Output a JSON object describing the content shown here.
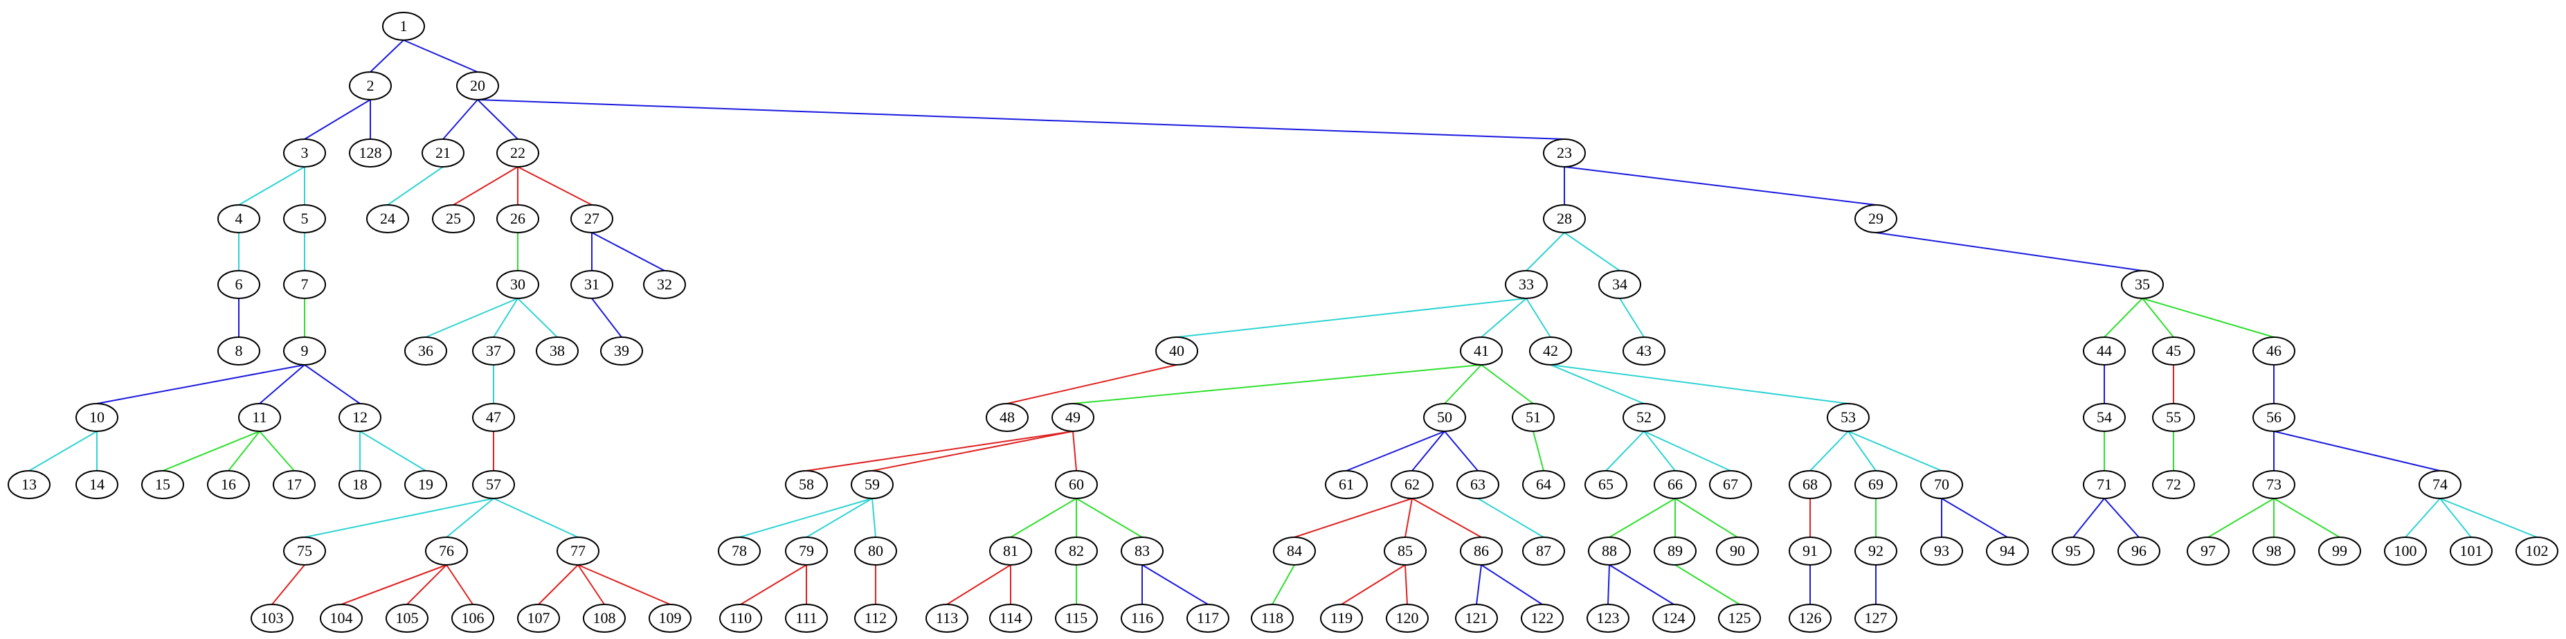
{
  "colors": {
    "blue": "#1a1adf",
    "cyan": "#2fd3d3",
    "green": "#2ee02e",
    "red": "#e02020"
  },
  "nodes": [
    {
      "id": "1",
      "label": "1"
    },
    {
      "id": "2",
      "label": "2"
    },
    {
      "id": "20",
      "label": "20"
    },
    {
      "id": "3",
      "label": "3"
    },
    {
      "id": "128",
      "label": "128"
    },
    {
      "id": "21",
      "label": "21"
    },
    {
      "id": "22",
      "label": "22"
    },
    {
      "id": "23",
      "label": "23"
    },
    {
      "id": "4",
      "label": "4"
    },
    {
      "id": "5",
      "label": "5"
    },
    {
      "id": "24",
      "label": "24"
    },
    {
      "id": "25",
      "label": "25"
    },
    {
      "id": "26",
      "label": "26"
    },
    {
      "id": "27",
      "label": "27"
    },
    {
      "id": "28",
      "label": "28"
    },
    {
      "id": "29",
      "label": "29"
    },
    {
      "id": "6",
      "label": "6"
    },
    {
      "id": "7",
      "label": "7"
    },
    {
      "id": "30",
      "label": "30"
    },
    {
      "id": "31",
      "label": "31"
    },
    {
      "id": "32",
      "label": "32"
    },
    {
      "id": "33",
      "label": "33"
    },
    {
      "id": "34",
      "label": "34"
    },
    {
      "id": "35",
      "label": "35"
    },
    {
      "id": "8",
      "label": "8"
    },
    {
      "id": "9",
      "label": "9"
    },
    {
      "id": "36",
      "label": "36"
    },
    {
      "id": "37",
      "label": "37"
    },
    {
      "id": "38",
      "label": "38"
    },
    {
      "id": "39",
      "label": "39"
    },
    {
      "id": "40",
      "label": "40"
    },
    {
      "id": "41",
      "label": "41"
    },
    {
      "id": "42",
      "label": "42"
    },
    {
      "id": "43",
      "label": "43"
    },
    {
      "id": "44",
      "label": "44"
    },
    {
      "id": "45",
      "label": "45"
    },
    {
      "id": "46",
      "label": "46"
    },
    {
      "id": "10",
      "label": "10"
    },
    {
      "id": "11",
      "label": "11"
    },
    {
      "id": "12",
      "label": "12"
    },
    {
      "id": "47",
      "label": "47"
    },
    {
      "id": "48",
      "label": "48"
    },
    {
      "id": "49",
      "label": "49"
    },
    {
      "id": "50",
      "label": "50"
    },
    {
      "id": "51",
      "label": "51"
    },
    {
      "id": "52",
      "label": "52"
    },
    {
      "id": "53",
      "label": "53"
    },
    {
      "id": "54",
      "label": "54"
    },
    {
      "id": "55",
      "label": "55"
    },
    {
      "id": "56",
      "label": "56"
    },
    {
      "id": "13",
      "label": "13"
    },
    {
      "id": "14",
      "label": "14"
    },
    {
      "id": "15",
      "label": "15"
    },
    {
      "id": "16",
      "label": "16"
    },
    {
      "id": "17",
      "label": "17"
    },
    {
      "id": "18",
      "label": "18"
    },
    {
      "id": "19",
      "label": "19"
    },
    {
      "id": "57",
      "label": "57"
    },
    {
      "id": "58",
      "label": "58"
    },
    {
      "id": "59",
      "label": "59"
    },
    {
      "id": "60",
      "label": "60"
    },
    {
      "id": "61",
      "label": "61"
    },
    {
      "id": "62",
      "label": "62"
    },
    {
      "id": "63",
      "label": "63"
    },
    {
      "id": "64",
      "label": "64"
    },
    {
      "id": "65",
      "label": "65"
    },
    {
      "id": "66",
      "label": "66"
    },
    {
      "id": "67",
      "label": "67"
    },
    {
      "id": "68",
      "label": "68"
    },
    {
      "id": "69",
      "label": "69"
    },
    {
      "id": "70",
      "label": "70"
    },
    {
      "id": "71",
      "label": "71"
    },
    {
      "id": "72",
      "label": "72"
    },
    {
      "id": "73",
      "label": "73"
    },
    {
      "id": "74",
      "label": "74"
    },
    {
      "id": "75",
      "label": "75"
    },
    {
      "id": "76",
      "label": "76"
    },
    {
      "id": "77",
      "label": "77"
    },
    {
      "id": "78",
      "label": "78"
    },
    {
      "id": "79",
      "label": "79"
    },
    {
      "id": "80",
      "label": "80"
    },
    {
      "id": "81",
      "label": "81"
    },
    {
      "id": "82",
      "label": "82"
    },
    {
      "id": "83",
      "label": "83"
    },
    {
      "id": "84",
      "label": "84"
    },
    {
      "id": "85",
      "label": "85"
    },
    {
      "id": "86",
      "label": "86"
    },
    {
      "id": "87",
      "label": "87"
    },
    {
      "id": "88",
      "label": "88"
    },
    {
      "id": "89",
      "label": "89"
    },
    {
      "id": "90",
      "label": "90"
    },
    {
      "id": "91",
      "label": "91"
    },
    {
      "id": "92",
      "label": "92"
    },
    {
      "id": "93",
      "label": "93"
    },
    {
      "id": "94",
      "label": "94"
    },
    {
      "id": "95",
      "label": "95"
    },
    {
      "id": "96",
      "label": "96"
    },
    {
      "id": "97",
      "label": "97"
    },
    {
      "id": "98",
      "label": "98"
    },
    {
      "id": "99",
      "label": "99"
    },
    {
      "id": "100",
      "label": "100"
    },
    {
      "id": "101",
      "label": "101"
    },
    {
      "id": "102",
      "label": "102"
    },
    {
      "id": "103",
      "label": "103"
    },
    {
      "id": "104",
      "label": "104"
    },
    {
      "id": "105",
      "label": "105"
    },
    {
      "id": "106",
      "label": "106"
    },
    {
      "id": "107",
      "label": "107"
    },
    {
      "id": "108",
      "label": "108"
    },
    {
      "id": "109",
      "label": "109"
    },
    {
      "id": "110",
      "label": "110"
    },
    {
      "id": "111",
      "label": "111"
    },
    {
      "id": "112",
      "label": "112"
    },
    {
      "id": "113",
      "label": "113"
    },
    {
      "id": "114",
      "label": "114"
    },
    {
      "id": "115",
      "label": "115"
    },
    {
      "id": "116",
      "label": "116"
    },
    {
      "id": "117",
      "label": "117"
    },
    {
      "id": "118",
      "label": "118"
    },
    {
      "id": "119",
      "label": "119"
    },
    {
      "id": "120",
      "label": "120"
    },
    {
      "id": "121",
      "label": "121"
    },
    {
      "id": "122",
      "label": "122"
    },
    {
      "id": "123",
      "label": "123"
    },
    {
      "id": "124",
      "label": "124"
    },
    {
      "id": "125",
      "label": "125"
    },
    {
      "id": "126",
      "label": "126"
    },
    {
      "id": "127",
      "label": "127"
    }
  ],
  "edges": [
    {
      "from": "1",
      "to": "2",
      "color": "blue"
    },
    {
      "from": "1",
      "to": "20",
      "color": "blue"
    },
    {
      "from": "2",
      "to": "3",
      "color": "blue"
    },
    {
      "from": "2",
      "to": "128",
      "color": "blue"
    },
    {
      "from": "20",
      "to": "21",
      "color": "blue"
    },
    {
      "from": "20",
      "to": "22",
      "color": "blue"
    },
    {
      "from": "20",
      "to": "23",
      "color": "blue"
    },
    {
      "from": "3",
      "to": "4",
      "color": "cyan"
    },
    {
      "from": "3",
      "to": "5",
      "color": "cyan"
    },
    {
      "from": "21",
      "to": "24",
      "color": "cyan"
    },
    {
      "from": "22",
      "to": "25",
      "color": "red"
    },
    {
      "from": "22",
      "to": "26",
      "color": "red"
    },
    {
      "from": "22",
      "to": "27",
      "color": "red"
    },
    {
      "from": "23",
      "to": "28",
      "color": "blue"
    },
    {
      "from": "23",
      "to": "29",
      "color": "blue"
    },
    {
      "from": "4",
      "to": "6",
      "color": "cyan"
    },
    {
      "from": "5",
      "to": "7",
      "color": "cyan"
    },
    {
      "from": "26",
      "to": "30",
      "color": "green"
    },
    {
      "from": "27",
      "to": "31",
      "color": "blue"
    },
    {
      "from": "27",
      "to": "32",
      "color": "blue"
    },
    {
      "from": "28",
      "to": "33",
      "color": "cyan"
    },
    {
      "from": "28",
      "to": "34",
      "color": "cyan"
    },
    {
      "from": "29",
      "to": "35",
      "color": "blue"
    },
    {
      "from": "6",
      "to": "8",
      "color": "blue"
    },
    {
      "from": "7",
      "to": "9",
      "color": "green"
    },
    {
      "from": "30",
      "to": "36",
      "color": "cyan"
    },
    {
      "from": "30",
      "to": "37",
      "color": "cyan"
    },
    {
      "from": "30",
      "to": "38",
      "color": "cyan"
    },
    {
      "from": "31",
      "to": "39",
      "color": "blue"
    },
    {
      "from": "33",
      "to": "40",
      "color": "cyan"
    },
    {
      "from": "33",
      "to": "41",
      "color": "cyan"
    },
    {
      "from": "33",
      "to": "42",
      "color": "cyan"
    },
    {
      "from": "34",
      "to": "43",
      "color": "cyan"
    },
    {
      "from": "35",
      "to": "44",
      "color": "green"
    },
    {
      "from": "35",
      "to": "45",
      "color": "green"
    },
    {
      "from": "35",
      "to": "46",
      "color": "green"
    },
    {
      "from": "9",
      "to": "10",
      "color": "blue"
    },
    {
      "from": "9",
      "to": "11",
      "color": "blue"
    },
    {
      "from": "9",
      "to": "12",
      "color": "blue"
    },
    {
      "from": "37",
      "to": "47",
      "color": "cyan"
    },
    {
      "from": "40",
      "to": "48",
      "color": "red"
    },
    {
      "from": "41",
      "to": "49",
      "color": "green"
    },
    {
      "from": "41",
      "to": "50",
      "color": "green"
    },
    {
      "from": "41",
      "to": "51",
      "color": "green"
    },
    {
      "from": "42",
      "to": "52",
      "color": "cyan"
    },
    {
      "from": "42",
      "to": "53",
      "color": "cyan"
    },
    {
      "from": "44",
      "to": "54",
      "color": "blue"
    },
    {
      "from": "45",
      "to": "55",
      "color": "red"
    },
    {
      "from": "46",
      "to": "56",
      "color": "blue"
    },
    {
      "from": "10",
      "to": "13",
      "color": "cyan"
    },
    {
      "from": "10",
      "to": "14",
      "color": "cyan"
    },
    {
      "from": "11",
      "to": "15",
      "color": "green"
    },
    {
      "from": "11",
      "to": "16",
      "color": "green"
    },
    {
      "from": "11",
      "to": "17",
      "color": "green"
    },
    {
      "from": "12",
      "to": "18",
      "color": "cyan"
    },
    {
      "from": "12",
      "to": "19",
      "color": "cyan"
    },
    {
      "from": "47",
      "to": "57",
      "color": "red"
    },
    {
      "from": "49",
      "to": "58",
      "color": "red"
    },
    {
      "from": "49",
      "to": "59",
      "color": "red"
    },
    {
      "from": "49",
      "to": "60",
      "color": "red"
    },
    {
      "from": "50",
      "to": "61",
      "color": "blue"
    },
    {
      "from": "50",
      "to": "62",
      "color": "blue"
    },
    {
      "from": "50",
      "to": "63",
      "color": "blue"
    },
    {
      "from": "51",
      "to": "64",
      "color": "green"
    },
    {
      "from": "52",
      "to": "65",
      "color": "cyan"
    },
    {
      "from": "52",
      "to": "66",
      "color": "cyan"
    },
    {
      "from": "52",
      "to": "67",
      "color": "cyan"
    },
    {
      "from": "53",
      "to": "68",
      "color": "cyan"
    },
    {
      "from": "53",
      "to": "69",
      "color": "cyan"
    },
    {
      "from": "53",
      "to": "70",
      "color": "cyan"
    },
    {
      "from": "54",
      "to": "71",
      "color": "green"
    },
    {
      "from": "55",
      "to": "72",
      "color": "green"
    },
    {
      "from": "56",
      "to": "73",
      "color": "blue"
    },
    {
      "from": "56",
      "to": "74",
      "color": "blue"
    },
    {
      "from": "57",
      "to": "75",
      "color": "cyan"
    },
    {
      "from": "57",
      "to": "76",
      "color": "cyan"
    },
    {
      "from": "57",
      "to": "77",
      "color": "cyan"
    },
    {
      "from": "59",
      "to": "78",
      "color": "cyan"
    },
    {
      "from": "59",
      "to": "79",
      "color": "cyan"
    },
    {
      "from": "59",
      "to": "80",
      "color": "cyan"
    },
    {
      "from": "60",
      "to": "81",
      "color": "green"
    },
    {
      "from": "60",
      "to": "82",
      "color": "green"
    },
    {
      "from": "60",
      "to": "83",
      "color": "green"
    },
    {
      "from": "62",
      "to": "84",
      "color": "red"
    },
    {
      "from": "62",
      "to": "85",
      "color": "red"
    },
    {
      "from": "62",
      "to": "86",
      "color": "red"
    },
    {
      "from": "63",
      "to": "87",
      "color": "cyan"
    },
    {
      "from": "66",
      "to": "88",
      "color": "green"
    },
    {
      "from": "66",
      "to": "89",
      "color": "green"
    },
    {
      "from": "66",
      "to": "90",
      "color": "green"
    },
    {
      "from": "68",
      "to": "91",
      "color": "red"
    },
    {
      "from": "69",
      "to": "92",
      "color": "green"
    },
    {
      "from": "70",
      "to": "93",
      "color": "blue"
    },
    {
      "from": "70",
      "to": "94",
      "color": "blue"
    },
    {
      "from": "71",
      "to": "95",
      "color": "blue"
    },
    {
      "from": "71",
      "to": "96",
      "color": "blue"
    },
    {
      "from": "73",
      "to": "97",
      "color": "green"
    },
    {
      "from": "73",
      "to": "98",
      "color": "green"
    },
    {
      "from": "73",
      "to": "99",
      "color": "green"
    },
    {
      "from": "74",
      "to": "100",
      "color": "cyan"
    },
    {
      "from": "74",
      "to": "101",
      "color": "cyan"
    },
    {
      "from": "74",
      "to": "102",
      "color": "cyan"
    },
    {
      "from": "75",
      "to": "103",
      "color": "red"
    },
    {
      "from": "76",
      "to": "104",
      "color": "red"
    },
    {
      "from": "76",
      "to": "105",
      "color": "red"
    },
    {
      "from": "76",
      "to": "106",
      "color": "red"
    },
    {
      "from": "77",
      "to": "107",
      "color": "red"
    },
    {
      "from": "77",
      "to": "108",
      "color": "red"
    },
    {
      "from": "77",
      "to": "109",
      "color": "red"
    },
    {
      "from": "79",
      "to": "110",
      "color": "red"
    },
    {
      "from": "79",
      "to": "111",
      "color": "red"
    },
    {
      "from": "80",
      "to": "112",
      "color": "red"
    },
    {
      "from": "81",
      "to": "113",
      "color": "red"
    },
    {
      "from": "81",
      "to": "114",
      "color": "red"
    },
    {
      "from": "82",
      "to": "115",
      "color": "green"
    },
    {
      "from": "83",
      "to": "116",
      "color": "blue"
    },
    {
      "from": "83",
      "to": "117",
      "color": "blue"
    },
    {
      "from": "84",
      "to": "118",
      "color": "green"
    },
    {
      "from": "85",
      "to": "119",
      "color": "red"
    },
    {
      "from": "85",
      "to": "120",
      "color": "red"
    },
    {
      "from": "86",
      "to": "121",
      "color": "blue"
    },
    {
      "from": "86",
      "to": "122",
      "color": "blue"
    },
    {
      "from": "88",
      "to": "123",
      "color": "blue"
    },
    {
      "from": "88",
      "to": "124",
      "color": "blue"
    },
    {
      "from": "89",
      "to": "125",
      "color": "green"
    },
    {
      "from": "91",
      "to": "126",
      "color": "blue"
    },
    {
      "from": "92",
      "to": "127",
      "color": "blue"
    }
  ]
}
